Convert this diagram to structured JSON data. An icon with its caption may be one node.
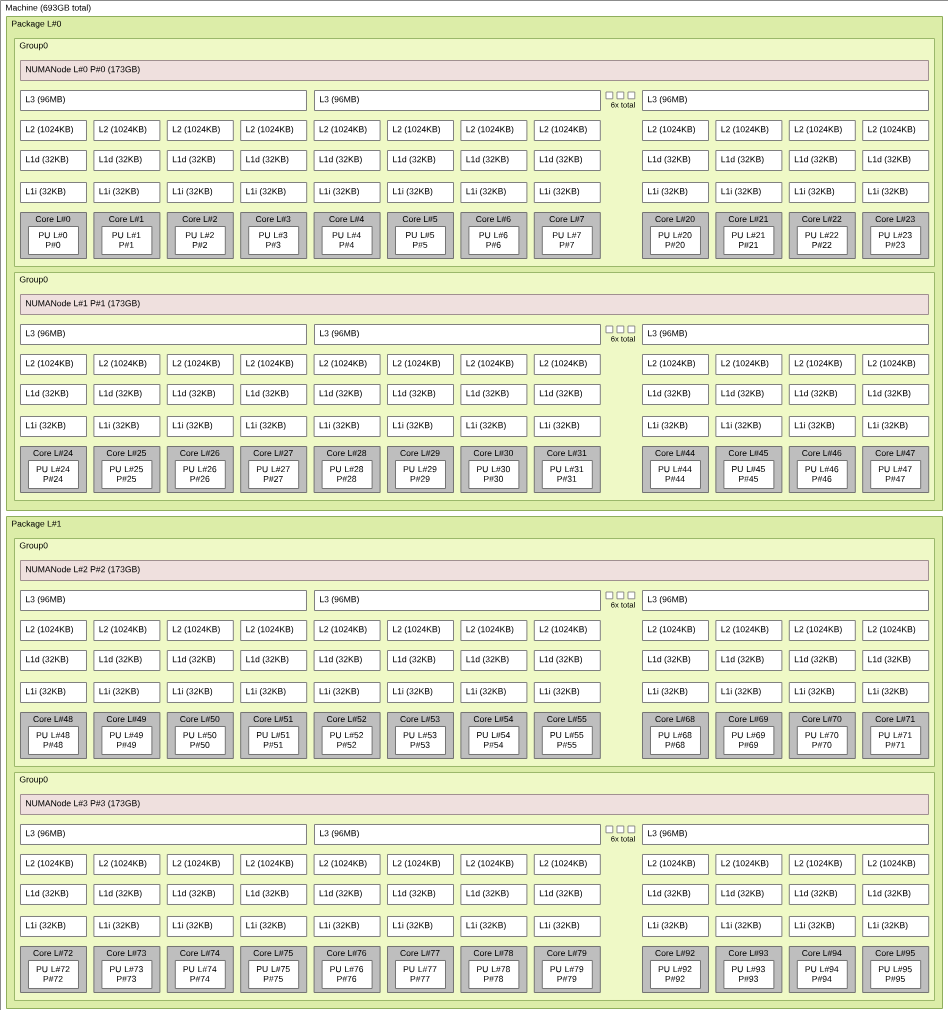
{
  "diagram": {
    "nodes": [
      {
        "text": [
          "Machine (693GB total)"
        ]
      },
      {
        "text": [
          "Package L#0"
        ],
        "in": 0
      },
      {
        "text": [
          "Group0"
        ],
        "in": 1
      },
      {
        "text": [
          "NUMANode L#0 P#0 (173GB)"
        ],
        "in": 2
      },
      {
        "text": [
          "L3 (96MB)"
        ],
        "in": 2
      },
      {
        "text": [
          "L3 (96MB)"
        ],
        "in": 2
      },
      {
        "text": [
          "L3 (96MB)"
        ],
        "in": 2
      },
      {
        "text": [
          "L2 (1024KB)"
        ],
        "in": 2
      },
      {
        "text": [
          "L2 (1024KB)"
        ],
        "in": 2
      },
      {
        "text": [
          "L2 (1024KB)"
        ],
        "in": 2
      },
      {
        "text": [
          "L2 (1024KB)"
        ],
        "in": 2
      },
      {
        "text": [
          "L2 (1024KB)"
        ],
        "in": 2
      },
      {
        "text": [
          "L2 (1024KB)"
        ],
        "in": 2
      },
      {
        "text": [
          "L2 (1024KB)"
        ],
        "in": 2
      },
      {
        "text": [
          "L2 (1024KB)"
        ],
        "in": 2
      },
      {
        "text": [
          "L2 (1024KB)"
        ],
        "in": 2
      },
      {
        "text": [
          "L2 (1024KB)"
        ],
        "in": 2
      },
      {
        "text": [
          "L2 (1024KB)"
        ],
        "in": 2
      },
      {
        "text": [
          "L2 (1024KB)"
        ],
        "in": 2
      },
      {
        "text": [
          "L1d (32KB)"
        ],
        "in": 2
      },
      {
        "text": [
          "L1d (32KB)"
        ],
        "in": 2
      },
      {
        "text": [
          "L1d (32KB)"
        ],
        "in": 2
      },
      {
        "text": [
          "L1d (32KB)"
        ],
        "in": 2
      },
      {
        "text": [
          "L1d (32KB)"
        ],
        "in": 2
      },
      {
        "text": [
          "L1d (32KB)"
        ],
        "in": 2
      },
      {
        "text": [
          "L1d (32KB)"
        ],
        "in": 2
      },
      {
        "text": [
          "L1d (32KB)"
        ],
        "in": 2
      },
      {
        "text": [
          "L1d (32KB)"
        ],
        "in": 2
      },
      {
        "text": [
          "L1d (32KB)"
        ],
        "in": 2
      },
      {
        "text": [
          "L1d (32KB)"
        ],
        "in": 2
      },
      {
        "text": [
          "L1d (32KB)"
        ],
        "in": 2
      },
      {
        "text": [
          "L1i (32KB)"
        ],
        "in": 2
      },
      {
        "text": [
          "L1i (32KB)"
        ],
        "in": 2
      },
      {
        "text": [
          "L1i (32KB)"
        ],
        "in": 2
      },
      {
        "text": [
          "L1i (32KB)"
        ],
        "in": 2
      },
      {
        "text": [
          "L1i (32KB)"
        ],
        "in": 2
      },
      {
        "text": [
          "L1i (32KB)"
        ],
        "in": 2
      },
      {
        "text": [
          "L1i (32KB)"
        ],
        "in": 2
      },
      {
        "text": [
          "L1i (32KB)"
        ],
        "in": 2
      },
      {
        "text": [
          "L1i (32KB)"
        ],
        "in": 2
      },
      {
        "text": [
          "L1i (32KB)"
        ],
        "in": 2
      },
      {
        "text": [
          "L1i (32KB)"
        ],
        "in": 2
      },
      {
        "text": [
          "L1i (32KB)"
        ],
        "in": 2
      },
      {
        "text": [
          "Core L#0"
        ],
        "in": 2
      },
      {
        "text": [
          "PU L#0 P#0"
        ],
        "in": 43
      },
      {
        "text": [
          "Core L#1"
        ],
        "in": 2
      },
      {
        "text": [
          "PU L#1 P#1"
        ],
        "in": 45
      },
      {
        "text": [
          "Core L#2"
        ],
        "in": 2
      },
      {
        "text": [
          "PU L#2 P#2"
        ],
        "in": 47
      },
      {
        "text": [
          "Core L#3"
        ],
        "in": 2
      },
      {
        "text": [
          "PU L#3 P#3"
        ],
        "in": 49
      },
      {
        "text": [
          "Core L#4"
        ],
        "in": 2
      },
      {
        "text": [
          "PU L#4 P#4"
        ],
        "in": 51
      },
      {
        "text": [
          "Core L#5"
        ],
        "in": 2
      },
      {
        "text": [
          "PU L#5 P#5"
        ],
        "in": 53
      },
      {
        "text": [
          "Core L#6"
        ],
        "in": 2
      },
      {
        "text": [
          "PU L#6 P#6"
        ],
        "in": 55
      },
      {
        "text": [
          "Core L#7"
        ],
        "in": 2
      },
      {
        "text": [
          "PU L#7 P#7"
        ],
        "in": 57
      },
      {
        "text": [
          "Core L#20"
        ],
        "in": 2
      },
      {
        "text": [
          "PU L#20 P#20"
        ],
        "in": 59
      },
      {
        "text": [
          "Core L#21"
        ],
        "in": 2
      },
      {
        "text": [
          "PU L#21 P#21"
        ],
        "in": 61
      },
      {
        "text": [
          "Core L#22"
        ],
        "in": 2
      },
      {
        "text": [
          "PU L#22 P#22"
        ],
        "in": 63
      },
      {
        "text": [
          "Core L#23"
        ],
        "in": 2
      },
      {
        "text": [
          "PU L#23 P#23"
        ],
        "in": 65
      },
      {
        "text": [
          "Group0"
        ],
        "in": 1
      },
      {
        "text": [
          "NUMANode L#1 P#1 (173GB)"
        ],
        "in": 67
      },
      {
        "text": [
          "L3 (96MB)"
        ],
        "in": 67
      },
      {
        "text": [
          "L3 (96MB)"
        ],
        "in": 67
      },
      {
        "text": [
          "L3 (96MB)"
        ],
        "in": 67
      },
      {
        "text": [
          "L2 (1024KB)"
        ],
        "in": 67
      },
      {
        "text": [
          "L2 (1024KB)"
        ],
        "in": 67
      },
      {
        "text": [
          "L2 (1024KB)"
        ],
        "in": 67
      },
      {
        "text": [
          "L2 (1024KB)"
        ],
        "in": 67
      },
      {
        "text": [
          "L2 (1024KB)"
        ],
        "in": 67
      },
      {
        "text": [
          "L2 (1024KB)"
        ],
        "in": 67
      },
      {
        "text": [
          "L2 (1024KB)"
        ],
        "in": 67
      },
      {
        "text": [
          "L2 (1024KB)"
        ],
        "in": 67
      },
      {
        "text": [
          "L2 (1024KB)"
        ],
        "in": 67
      },
      {
        "text": [
          "L2 (1024KB)"
        ],
        "in": 67
      },
      {
        "text": [
          "L2 (1024KB)"
        ],
        "in": 67
      },
      {
        "text": [
          "L2 (1024KB)"
        ],
        "in": 67
      },
      {
        "text": [
          "L1d (32KB)"
        ],
        "in": 67
      },
      {
        "text": [
          "L1d (32KB)"
        ],
        "in": 67
      },
      {
        "text": [
          "L1d (32KB)"
        ],
        "in": 67
      },
      {
        "text": [
          "L1d (32KB)"
        ],
        "in": 67
      },
      {
        "text": [
          "L1d (32KB)"
        ],
        "in": 67
      },
      {
        "text": [
          "L1d (32KB)"
        ],
        "in": 67
      },
      {
        "text": [
          "L1d (32KB)"
        ],
        "in": 67
      },
      {
        "text": [
          "L1d (32KB)"
        ],
        "in": 67
      },
      {
        "text": [
          "L1d (32KB)"
        ],
        "in": 67
      },
      {
        "text": [
          "L1d (32KB)"
        ],
        "in": 67
      },
      {
        "text": [
          "L1d (32KB)"
        ],
        "in": 67
      },
      {
        "text": [
          "L1d (32KB)"
        ],
        "in": 67
      },
      {
        "text": [
          "L1i (32KB)"
        ],
        "in": 67
      },
      {
        "text": [
          "L1i (32KB)"
        ],
        "in": 67
      },
      {
        "text": [
          "L1i (32KB)"
        ],
        "in": 67
      },
      {
        "text": [
          "L1i (32KB)"
        ],
        "in": 67
      },
      {
        "text": [
          "L1i (32KB)"
        ],
        "in": 67
      },
      {
        "text": [
          "L1i (32KB)"
        ],
        "in": 67
      },
      {
        "text": [
          "L1i (32KB)"
        ],
        "in": 67
      },
      {
        "text": [
          "L1i (32KB)"
        ],
        "in": 67
      },
      {
        "text": [
          "L1i (32KB)"
        ],
        "in": 67
      },
      {
        "text": [
          "L1i (32KB)"
        ],
        "in": 67
      },
      {
        "text": [
          "L1i (32KB)"
        ],
        "in": 67
      },
      {
        "text": [
          "L1i (32KB)"
        ],
        "in": 67
      },
      {
        "text": [
          "Core L#24"
        ],
        "in": 67
      },
      {
        "text": [
          "PU L#24 P#24"
        ],
        "in": 108
      },
      {
        "text": [
          "Core L#25"
        ],
        "in": 67
      },
      {
        "text": [
          "PU L#25 P#25"
        ],
        "in": 110
      },
      {
        "text": [
          "Core L#26"
        ],
        "in": 67
      },
      {
        "text": [
          "PU L#26 P#26"
        ],
        "in": 112
      },
      {
        "text": [
          "Core L#27"
        ],
        "in": 67
      },
      {
        "text": [
          "PU L#27 P#27"
        ],
        "in": 114
      },
      {
        "text": [
          "Core L#28"
        ],
        "in": 67
      },
      {
        "text": [
          "PU L#28 P#28"
        ],
        "in": 116
      },
      {
        "text": [
          "Core L#29"
        ],
        "in": 67
      },
      {
        "text": [
          "PU L#29 P#29"
        ],
        "in": 118
      },
      {
        "text": [
          "Core L#30"
        ],
        "in": 67
      },
      {
        "text": [
          "PU L#30 P#30"
        ],
        "in": 120
      },
      {
        "text": [
          "Core L#31"
        ],
        "in": 67
      },
      {
        "text": [
          "PU L#31 P#31"
        ],
        "in": 122
      },
      {
        "text": [
          "Core L#44"
        ],
        "in": 67
      },
      {
        "text": [
          "PU L#44 P#44"
        ],
        "in": 124
      },
      {
        "text": [
          "Core L#45"
        ],
        "in": 67
      },
      {
        "text": [
          "PU L#45 P#45"
        ],
        "in": 126
      },
      {
        "text": [
          "Core L#46"
        ],
        "in": 67
      },
      {
        "text": [
          "PU L#46 P#46"
        ],
        "in": 128
      },
      {
        "text": [
          "Core L#47"
        ],
        "in": 67
      },
      {
        "text": [
          "PU L#47 P#47"
        ],
        "in": 130
      },
      {
        "text": [
          "Package L#1"
        ],
        "in": 0
      },
      {
        "text": [
          "Group0"
        ],
        "in": 132
      },
      {
        "text": [
          "NUMANode L#2 P#2 (173GB)"
        ],
        "in": 133
      },
      {
        "text": [
          "L3 (96MB)"
        ],
        "in": 133
      },
      {
        "text": [
          "L3 (96MB)"
        ],
        "in": 133
      },
      {
        "text": [
          "L3 (96MB)"
        ],
        "in": 133
      },
      {
        "text": [
          "L2 (1024KB)"
        ],
        "in": 133
      },
      {
        "text": [
          "L2 (1024KB)"
        ],
        "in": 133
      },
      {
        "text": [
          "L2 (1024KB)"
        ],
        "in": 133
      },
      {
        "text": [
          "L2 (1024KB)"
        ],
        "in": 133
      },
      {
        "text": [
          "L2 (1024KB)"
        ],
        "in": 133
      },
      {
        "text": [
          "L2 (1024KB)"
        ],
        "in": 133
      },
      {
        "text": [
          "L2 (1024KB)"
        ],
        "in": 133
      },
      {
        "text": [
          "L2 (1024KB)"
        ],
        "in": 133
      },
      {
        "text": [
          "L2 (1024KB)"
        ],
        "in": 133
      },
      {
        "text": [
          "L2 (1024KB)"
        ],
        "in": 133
      },
      {
        "text": [
          "L2 (1024KB)"
        ],
        "in": 133
      },
      {
        "text": [
          "L2 (1024KB)"
        ],
        "in": 133
      },
      {
        "text": [
          "L1d (32KB)"
        ],
        "in": 133
      },
      {
        "text": [
          "L1d (32KB)"
        ],
        "in": 133
      },
      {
        "text": [
          "L1d (32KB)"
        ],
        "in": 133
      },
      {
        "text": [
          "L1d (32KB)"
        ],
        "in": 133
      },
      {
        "text": [
          "L1d (32KB)"
        ],
        "in": 133
      },
      {
        "text": [
          "L1d (32KB)"
        ],
        "in": 133
      },
      {
        "text": [
          "L1d (32KB)"
        ],
        "in": 133
      },
      {
        "text": [
          "L1d (32KB)"
        ],
        "in": 133
      },
      {
        "text": [
          "L1d (32KB)"
        ],
        "in": 133
      },
      {
        "text": [
          "L1d (32KB)"
        ],
        "in": 133
      },
      {
        "text": [
          "L1d (32KB)"
        ],
        "in": 133
      },
      {
        "text": [
          "L1d (32KB)"
        ],
        "in": 133
      },
      {
        "text": [
          "L1i (32KB)"
        ],
        "in": 133
      },
      {
        "text": [
          "L1i (32KB)"
        ],
        "in": 133
      },
      {
        "text": [
          "L1i (32KB)"
        ],
        "in": 133
      },
      {
        "text": [
          "L1i (32KB)"
        ],
        "in": 133
      },
      {
        "text": [
          "L1i (32KB)"
        ],
        "in": 133
      },
      {
        "text": [
          "L1i (32KB)"
        ],
        "in": 133
      },
      {
        "text": [
          "L1i (32KB)"
        ],
        "in": 133
      },
      {
        "text": [
          "L1i (32KB)"
        ],
        "in": 133
      },
      {
        "text": [
          "L1i (32KB)"
        ],
        "in": 133
      },
      {
        "text": [
          "L1i (32KB)"
        ],
        "in": 133
      },
      {
        "text": [
          "L1i (32KB)"
        ],
        "in": 133
      },
      {
        "text": [
          "L1i (32KB)"
        ],
        "in": 133
      },
      {
        "text": [
          "Core L#48"
        ],
        "in": 133
      },
      {
        "text": [
          "PU L#48 P#48"
        ],
        "in": 174
      },
      {
        "text": [
          "Core L#49"
        ],
        "in": 133
      },
      {
        "text": [
          "PU L#49 P#49"
        ],
        "in": 176
      },
      {
        "text": [
          "Core L#50"
        ],
        "in": 133
      },
      {
        "text": [
          "PU L#50 P#50"
        ],
        "in": 178
      },
      {
        "text": [
          "Core L#51"
        ],
        "in": 133
      },
      {
        "text": [
          "PU L#51 P#51"
        ],
        "in": 180
      },
      {
        "text": [
          "Core L#52"
        ],
        "in": 133
      },
      {
        "text": [
          "PU L#52 P#52"
        ],
        "in": 182
      },
      {
        "text": [
          "Core L#53"
        ],
        "in": 133
      },
      {
        "text": [
          "PU L#53 P#53"
        ],
        "in": 184
      },
      {
        "text": [
          "Core L#54"
        ],
        "in": 133
      },
      {
        "text": [
          "PU L#54 P#54"
        ],
        "in": 186
      },
      {
        "text": [
          "Core L#55"
        ],
        "in": 133
      },
      {
        "text": [
          "PU L#55 P#55"
        ],
        "in": 188
      },
      {
        "text": [
          "Core L#68"
        ],
        "in": 133
      },
      {
        "text": [
          "PU L#68 P#68"
        ],
        "in": 190
      },
      {
        "text": [
          "Core L#69"
        ],
        "in": 133
      },
      {
        "text": [
          "PU L#69 P#69"
        ],
        "in": 192
      },
      {
        "text": [
          "Core L#70"
        ],
        "in": 133
      },
      {
        "text": [
          "PU L#70 P#70"
        ],
        "in": 194
      },
      {
        "text": [
          "Core L#71"
        ],
        "in": 133
      },
      {
        "text": [
          "PU L#71 P#71"
        ],
        "in": 196
      },
      {
        "text": [
          "Group0"
        ],
        "in": 132
      },
      {
        "text": [
          "NUMANode L#3 P#3 (173GB)"
        ],
        "in": 198
      },
      {
        "text": [
          "L3 (96MB)"
        ],
        "in": 198
      },
      {
        "text": [
          "L3 (96MB)"
        ],
        "in": 198
      },
      {
        "text": [
          "L3 (96MB)"
        ],
        "in": 198
      },
      {
        "text": [
          "L2 (1024KB)"
        ],
        "in": 198
      },
      {
        "text": [
          "L2 (1024KB)"
        ],
        "in": 198
      },
      {
        "text": [
          "L2 (1024KB)"
        ],
        "in": 198
      },
      {
        "text": [
          "L2 (1024KB)"
        ],
        "in": 198
      },
      {
        "text": [
          "L2 (1024KB)"
        ],
        "in": 198
      },
      {
        "text": [
          "L2 (1024KB)"
        ],
        "in": 198
      },
      {
        "text": [
          "L2 (1024KB)"
        ],
        "in": 198
      },
      {
        "text": [
          "L2 (1024KB)"
        ],
        "in": 198
      },
      {
        "text": [
          "L2 (1024KB)"
        ],
        "in": 198
      },
      {
        "text": [
          "L2 (1024KB)"
        ],
        "in": 198
      },
      {
        "text": [
          "L2 (1024KB)"
        ],
        "in": 198
      },
      {
        "text": [
          "L2 (1024KB)"
        ],
        "in": 198
      },
      {
        "text": [
          "L1d (32KB)"
        ],
        "in": 198
      },
      {
        "text": [
          "L1d (32KB)"
        ],
        "in": 198
      },
      {
        "text": [
          "L1d (32KB)"
        ],
        "in": 198
      },
      {
        "text": [
          "L1d (32KB)"
        ],
        "in": 198
      },
      {
        "text": [
          "L1d (32KB)"
        ],
        "in": 198
      },
      {
        "text": [
          "L1d (32KB)"
        ],
        "in": 198
      },
      {
        "text": [
          "L1d (32KB)"
        ],
        "in": 198
      },
      {
        "text": [
          "L1d (32KB)"
        ],
        "in": 198
      },
      {
        "text": [
          "L1d (32KB)"
        ],
        "in": 198
      },
      {
        "text": [
          "L1d (32KB)"
        ],
        "in": 198
      },
      {
        "text": [
          "L1d (32KB)"
        ],
        "in": 198
      },
      {
        "text": [
          "L1d (32KB)"
        ],
        "in": 198
      },
      {
        "text": [
          "L1i (32KB)"
        ],
        "in": 198
      },
      {
        "text": [
          "L1i (32KB)"
        ],
        "in": 198
      },
      {
        "text": [
          "L1i (32KB)"
        ],
        "in": 198
      },
      {
        "text": [
          "L1i (32KB)"
        ],
        "in": 198
      },
      {
        "text": [
          "L1i (32KB)"
        ],
        "in": 198
      },
      {
        "text": [
          "L1i (32KB)"
        ],
        "in": 198
      },
      {
        "text": [
          "L1i (32KB)"
        ],
        "in": 198
      },
      {
        "text": [
          "L1i (32KB)"
        ],
        "in": 198
      },
      {
        "text": [
          "L1i (32KB)"
        ],
        "in": 198
      },
      {
        "text": [
          "L1i (32KB)"
        ],
        "in": 198
      },
      {
        "text": [
          "L1i (32KB)"
        ],
        "in": 198
      },
      {
        "text": [
          "L1i (32KB)"
        ],
        "in": 198
      },
      {
        "text": [
          "Core L#72"
        ],
        "in": 198
      },
      {
        "text": [
          "PU L#72 P#72"
        ],
        "in": 239
      },
      {
        "text": [
          "Core L#73"
        ],
        "in": 198
      },
      {
        "text": [
          "PU L#73 P#73"
        ],
        "in": 241
      },
      {
        "text": [
          "Core L#74"
        ],
        "in": 198
      },
      {
        "text": [
          "PU L#74 P#74"
        ],
        "in": 243
      },
      {
        "text": [
          "Core L#75"
        ],
        "in": 198
      },
      {
        "text": [
          "PU L#75 P#75"
        ],
        "in": 245
      },
      {
        "text": [
          "Core L#76"
        ],
        "in": 198
      },
      {
        "text": [
          "PU L#76 P#76"
        ],
        "in": 247
      },
      {
        "text": [
          "Core L#77"
        ],
        "in": 198
      },
      {
        "text": [
          "PU L#77 P#77"
        ],
        "in": 249
      },
      {
        "text": [
          "Core L#78"
        ],
        "in": 198
      },
      {
        "text": [
          "PU L#78 P#78"
        ],
        "in": 251
      },
      {
        "text": [
          "Core L#79"
        ],
        "in": 198
      },
      {
        "text": [
          "PU L#79 P#79"
        ],
        "in": 253
      },
      {
        "text": [
          "Core L#92"
        ],
        "in": 198
      },
      {
        "text": [
          "PU L#92 P#92"
        ],
        "in": 255
      },
      {
        "text": [
          "Core L#93"
        ],
        "in": 198
      },
      {
        "text": [
          "PU L#93 P#93"
        ],
        "in": 257
      },
      {
        "text": [
          "Core L#94"
        ],
        "in": 198
      },
      {
        "text": [
          "PU L#94 P#94"
        ],
        "in": 259
      },
      {
        "text": [
          "Core L#95"
        ],
        "in": 198
      },
      {
        "text": [
          "PU L#95 P#95"
        ],
        "in": 261
      }
    ],
    "labels": [
      "6x total",
      "6x total",
      "6x total",
      "6x total"
    ]
  }
}
